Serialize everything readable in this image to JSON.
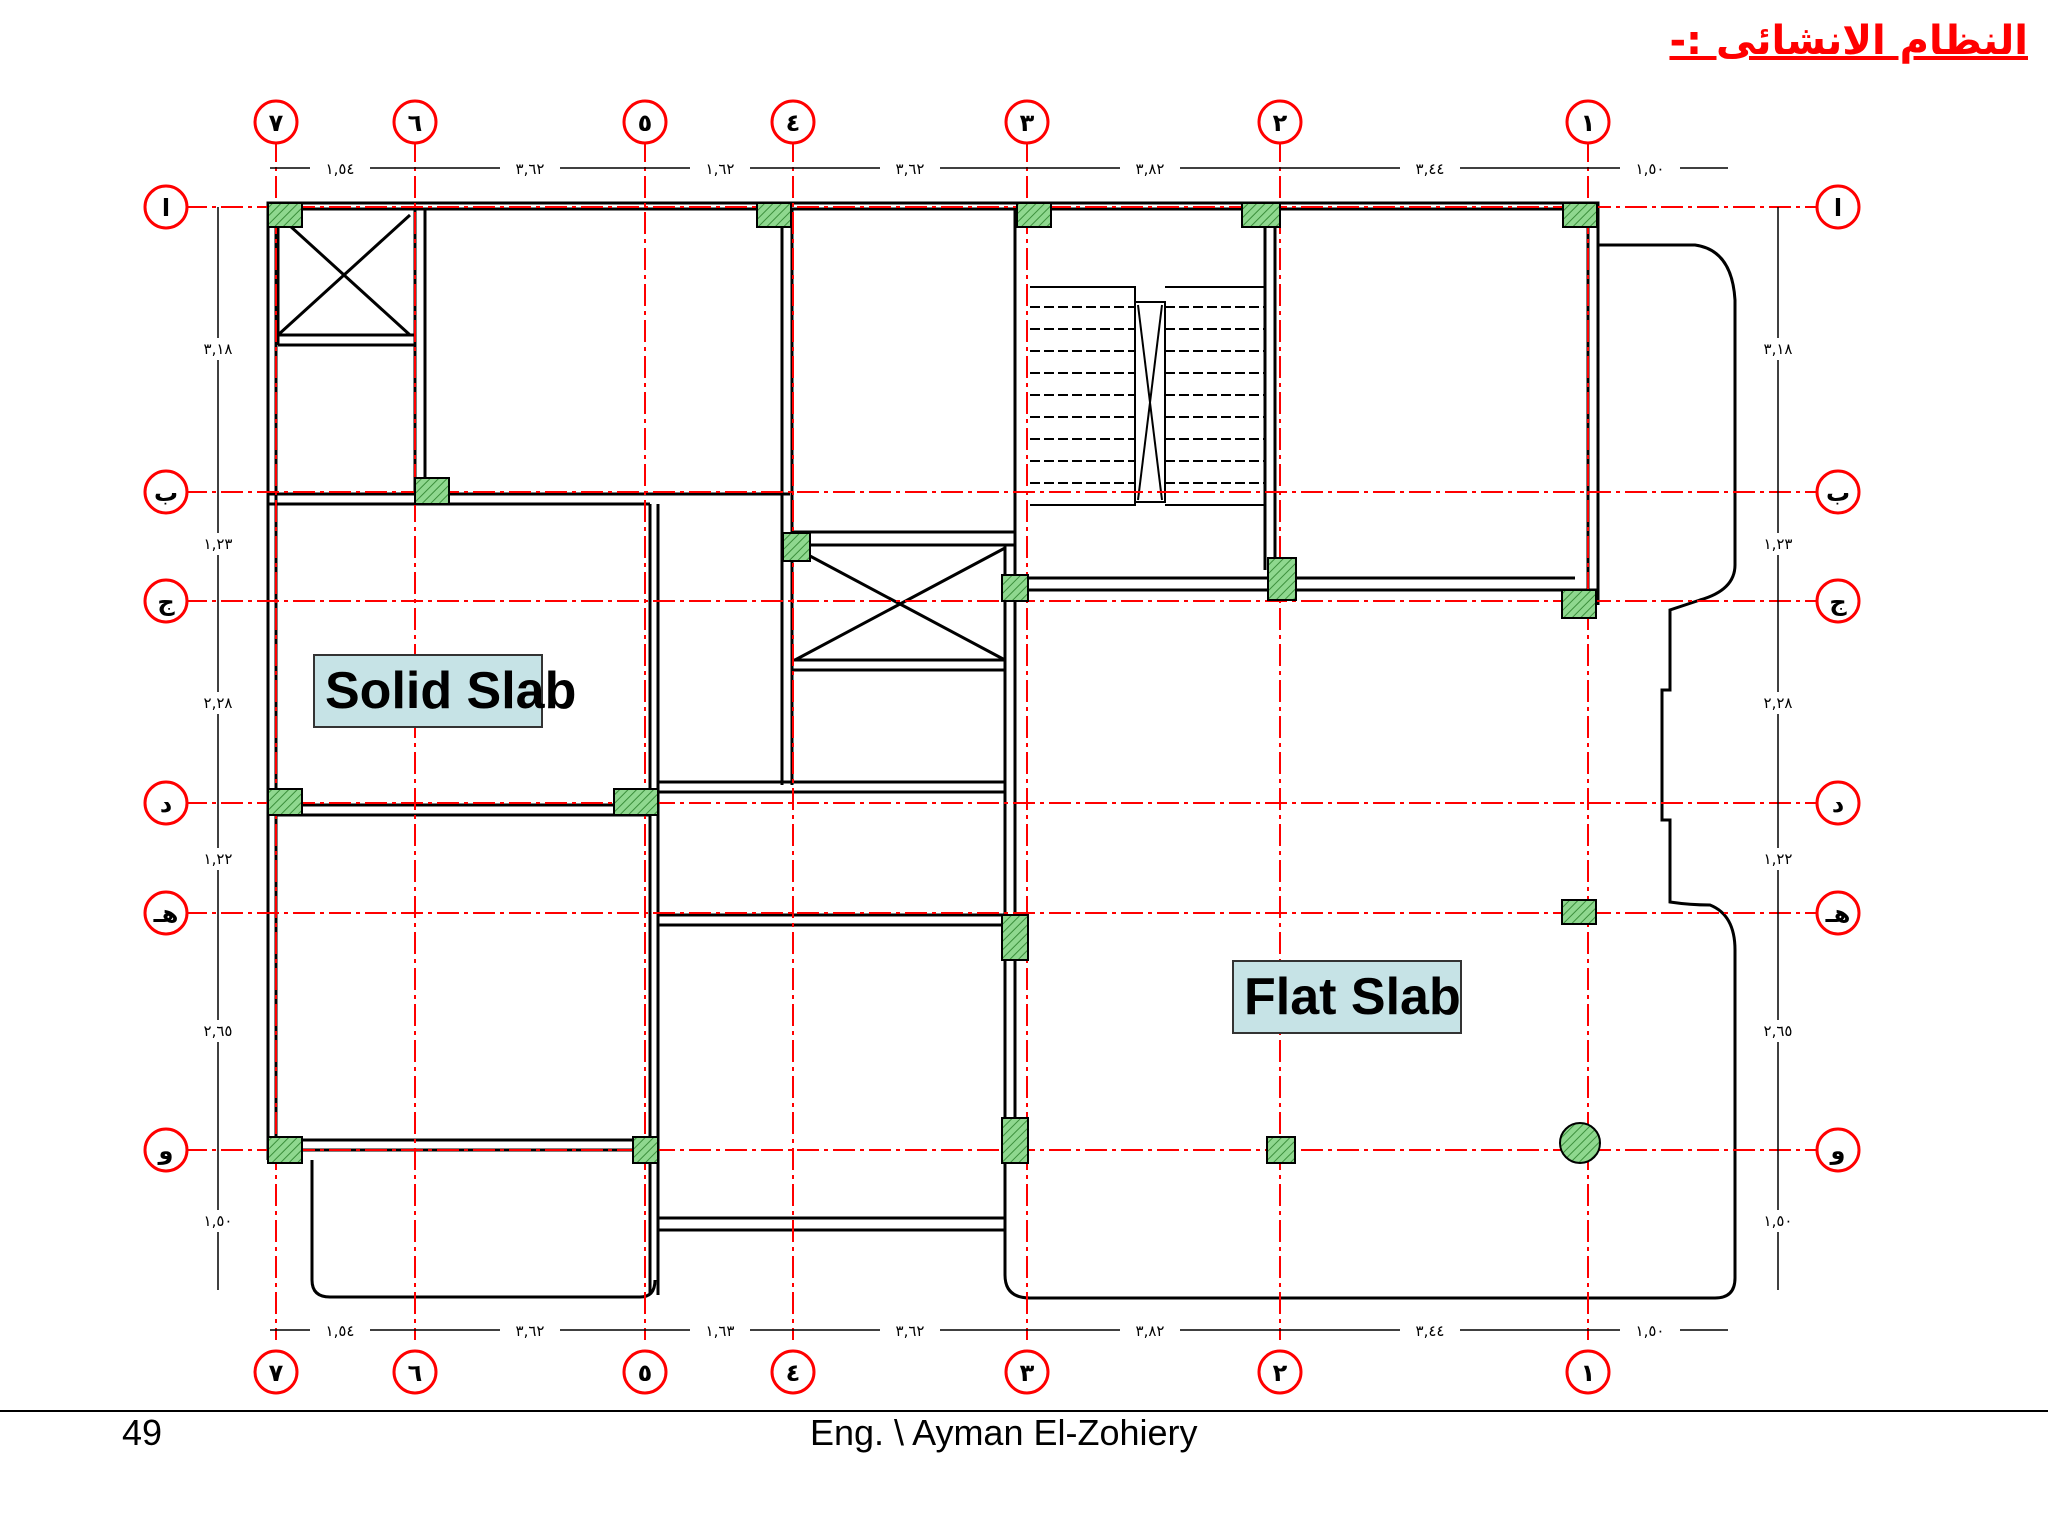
{
  "title": "النظام الانشائى :-",
  "grid": {
    "x_labels": [
      "٧",
      "٦",
      "٥",
      "٤",
      "٣",
      "٢",
      "١"
    ],
    "y_labels": [
      "ا",
      "ب",
      "ج",
      "د",
      "هـ",
      "و"
    ],
    "line_color": "#ff0000"
  },
  "dimensions": {
    "top": [
      "١,٥٤",
      "٣,٦٢",
      "١,٦٢",
      "٣,٦٢",
      "٣,٨٢",
      "٣,٤٤",
      "١,٥٠"
    ],
    "bottom": [
      "١,٥٤",
      "٣,٦٢",
      "١,٦٣",
      "٣,٦٢",
      "٣,٨٢",
      "٣,٤٤",
      "١,٥٠"
    ],
    "left": [
      "٣,١٨",
      "١,٢٣",
      "٢,٢٨",
      "١,٢٢",
      "٢,٦٥",
      "١,٥٠"
    ],
    "right": [
      "٣,١٨",
      "١,٢٣",
      "٢,٢٨",
      "١,٢٢",
      "٢,٦٥",
      "١,٥٠"
    ]
  },
  "labels": {
    "solid_slab": "Solid Slab",
    "flat_slab": "Flat Slab"
  },
  "colors": {
    "column_fill": "#7fd07f",
    "label_bg": "#c6e3e6"
  },
  "footer": {
    "page_number": "49",
    "author": "Eng. \\ Ayman El-Zohiery"
  }
}
